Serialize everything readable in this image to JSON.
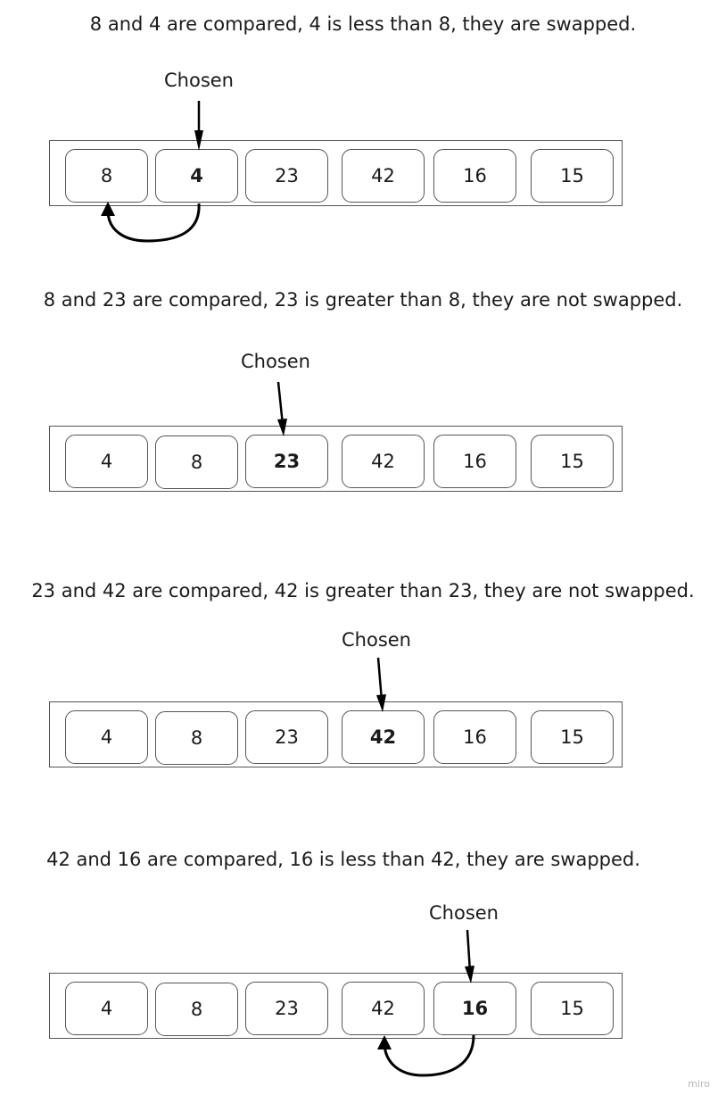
{
  "steps": [
    {
      "caption": "8 and 4 are compared, 4 is less than 8, they are swapped.",
      "chosen_label": "Chosen",
      "cells": [
        "8",
        "4",
        "23",
        "42",
        "16",
        "15"
      ],
      "chosen_index": 1,
      "swapped": true,
      "swap_pair": [
        0,
        1
      ]
    },
    {
      "caption": "8 and 23 are compared, 23 is greater than 8, they are not swapped.",
      "chosen_label": "Chosen",
      "cells": [
        "4",
        "8",
        "23",
        "42",
        "16",
        "15"
      ],
      "chosen_index": 2,
      "swapped": false
    },
    {
      "caption": "23 and 42 are compared, 42 is greater than 23, they are not swapped.",
      "chosen_label": "Chosen",
      "cells": [
        "4",
        "8",
        "23",
        "42",
        "16",
        "15"
      ],
      "chosen_index": 3,
      "swapped": false
    },
    {
      "caption": "42 and 16 are compared, 16 is less than 42, they are swapped.",
      "chosen_label": "Chosen",
      "cells": [
        "4",
        "8",
        "23",
        "42",
        "16",
        "15"
      ],
      "chosen_index": 4,
      "swapped": true,
      "swap_pair": [
        3,
        4
      ]
    }
  ],
  "watermark": "miro"
}
